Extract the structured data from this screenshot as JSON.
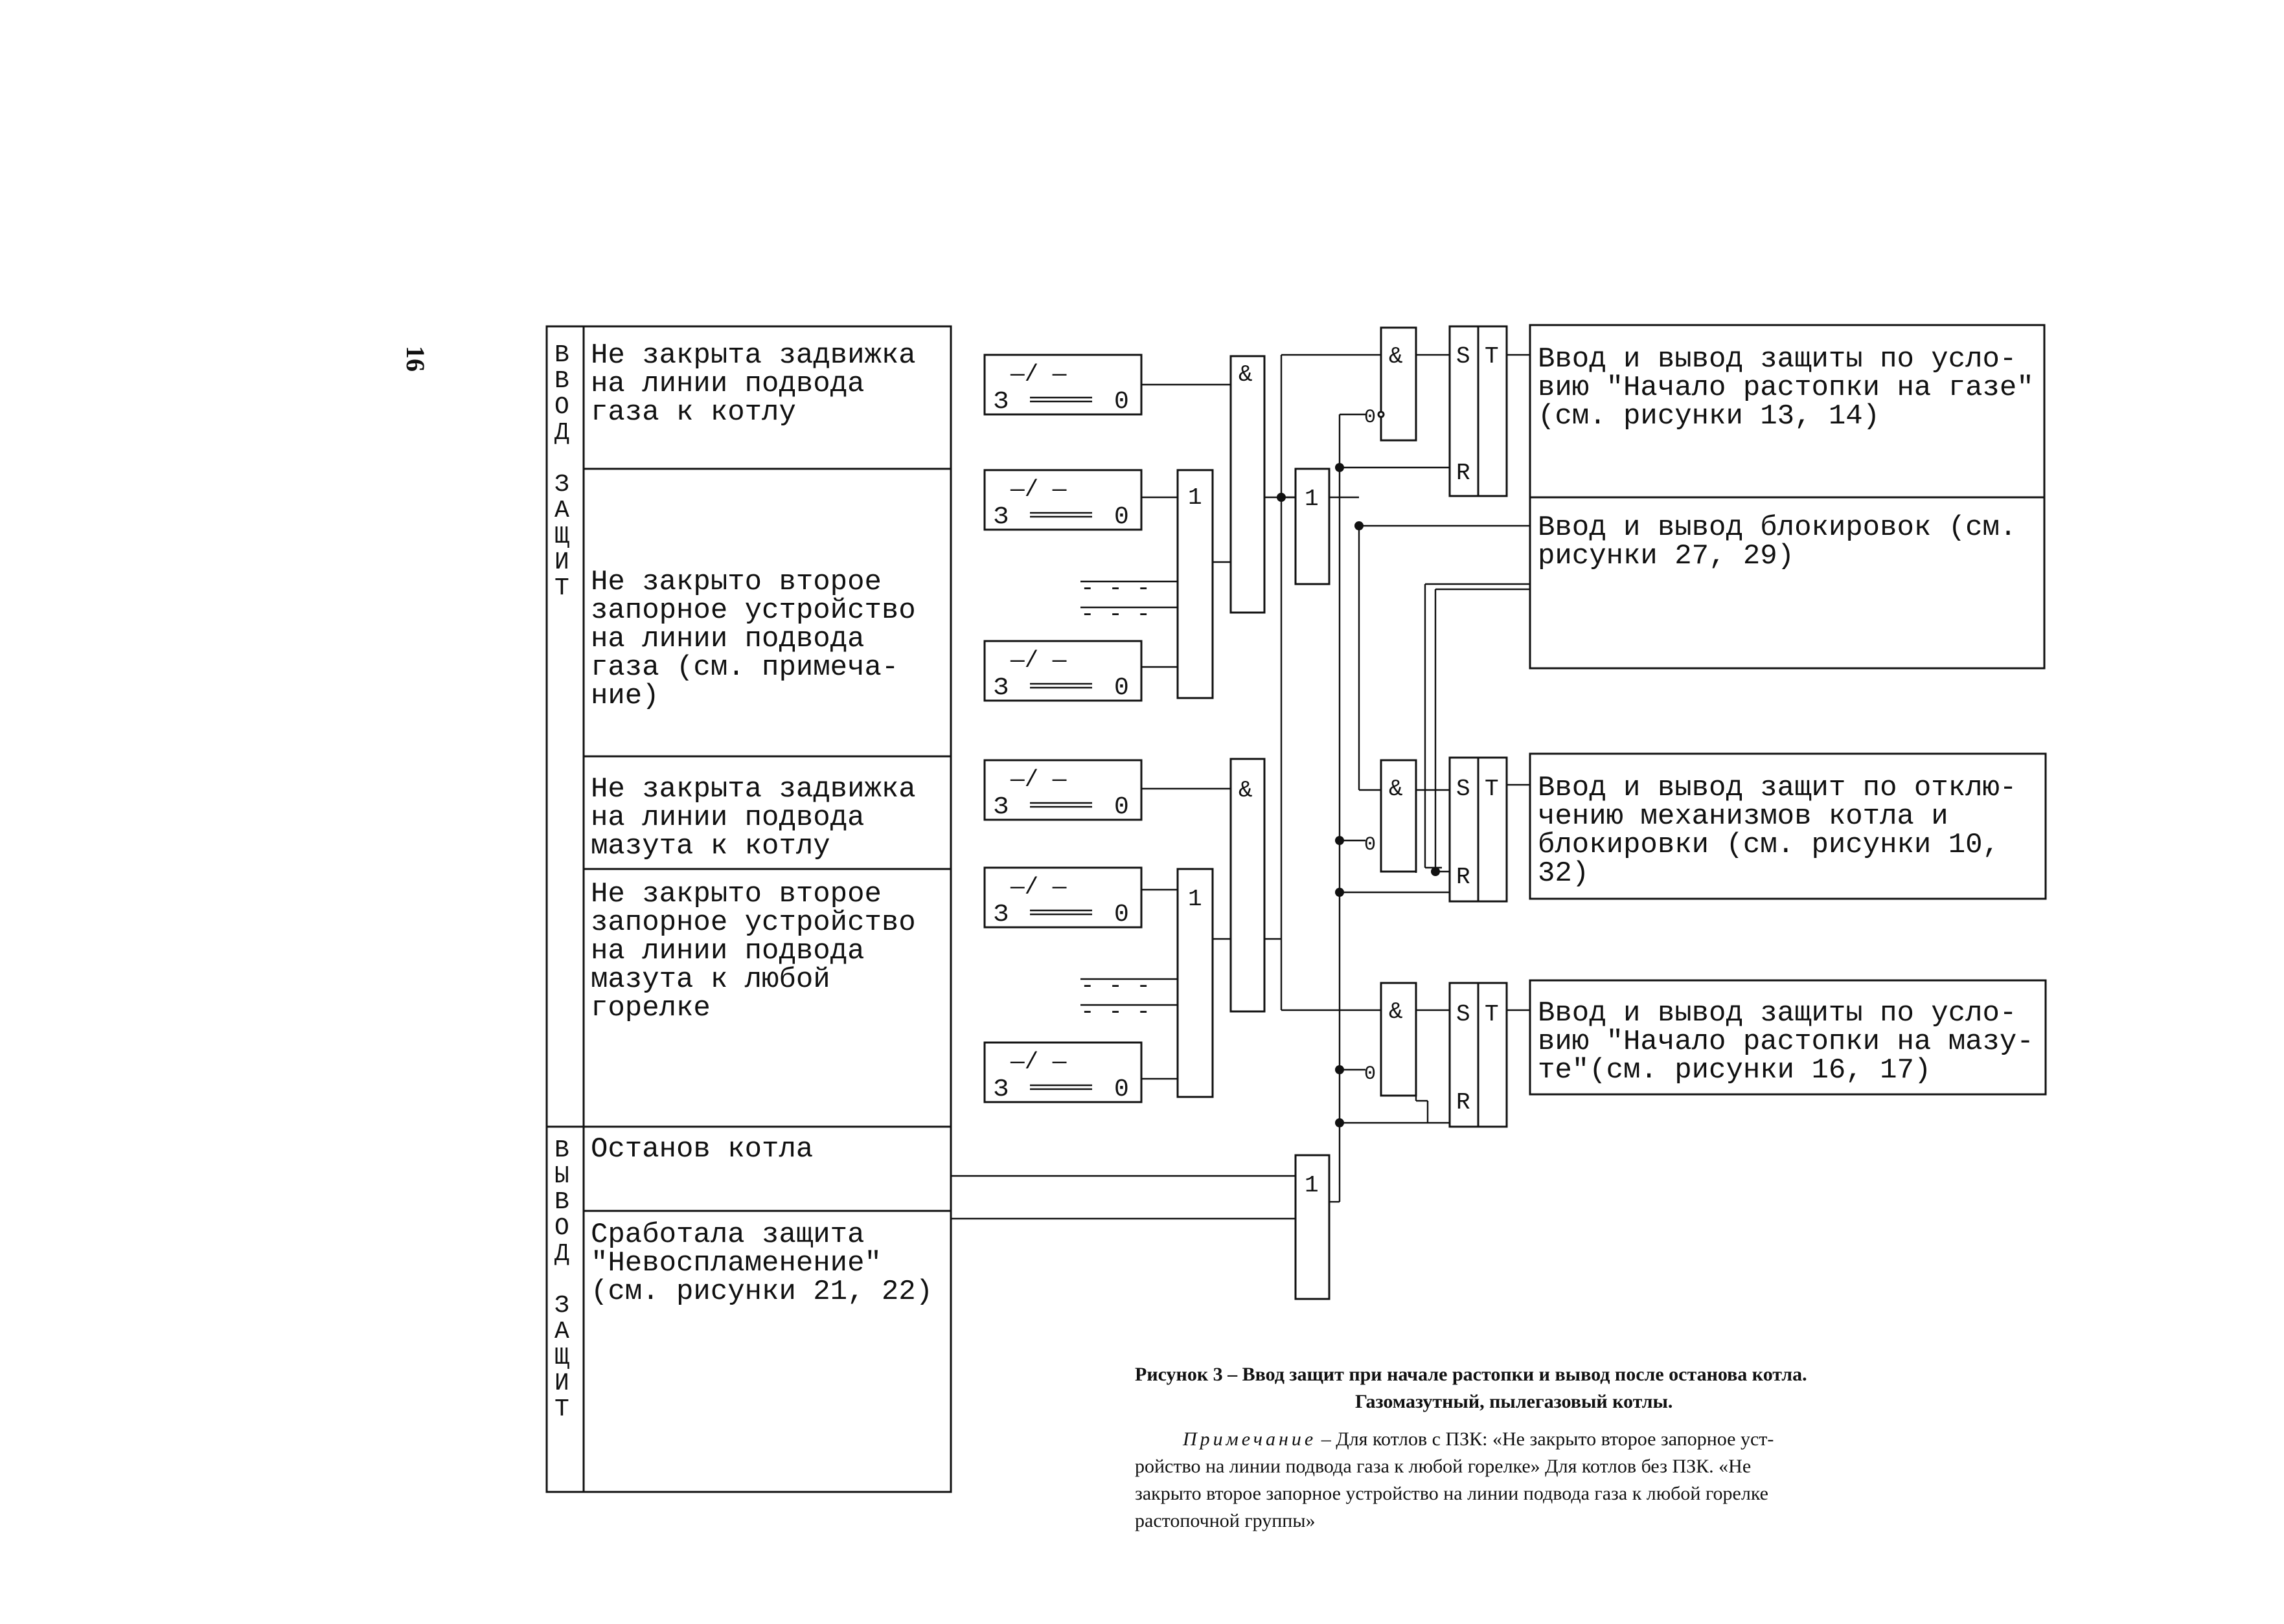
{
  "page_number": "16",
  "left_table": {
    "vvod_label": [
      "В",
      "В",
      "О",
      "Д",
      "",
      "З",
      "А",
      "Щ",
      "И",
      "Т"
    ],
    "vyvod_label": [
      "В",
      "Ы",
      "В",
      "О",
      "Д",
      "",
      "З",
      "А",
      "Щ",
      "И",
      "Т"
    ],
    "rows": [
      [
        "Не закрыта задвижка",
        "на линии подвода",
        "газа к котлу"
      ],
      [
        "Не закрыто второе",
        "запорное устройство",
        "на линии подвода",
        "газа (см. примеча-",
        "ние)"
      ],
      [
        "Не закрыта задвижка",
        "на линии подвода",
        "мазута к котлу"
      ],
      [
        "Не закрыто второе",
        "запорное устройство",
        "на линии подвода",
        "мазута к любой",
        "горелке"
      ],
      [
        "Останов котла"
      ],
      [
        "Сработала защита",
        "\"Невоспламенение\"",
        "(см. рисунки 21, 22)"
      ]
    ]
  },
  "switch_symbol": {
    "top": "—/ —",
    "left": "З",
    "right": "0"
  },
  "dashes": "- - -",
  "logic": {
    "and": "&",
    "or": "1",
    "not": "0",
    "set": "S",
    "reset": "R",
    "trigger": "T"
  },
  "right_boxes": [
    [
      "Ввод и вывод защиты по усло-",
      "вию \"Начало растопки на газе\"",
      "(см. рисунки 13, 14)"
    ],
    [
      "Ввод и вывод блокировок (см.",
      "рисунки 27, 29)"
    ],
    [
      "Ввод и вывод защит по отклю-",
      "чению механизмов котла и",
      "блокировки (см. рисунки 10,",
      "32)"
    ],
    [
      "Ввод и вывод защиты по усло-",
      "вию \"Начало растопки на мазу-",
      "те\"(см. рисунки 16, 17)"
    ]
  ],
  "caption": {
    "line1": "Рисунок 3 – Ввод защит при начале растопки и вывод после останова котла.",
    "line2": "Газомазутный, пылегазовый котлы.",
    "note_label": "Примечание",
    "note_lines": [
      " – Для котлов с ПЗК: «Не закрыто второе запорное уст-",
      "ройство на линии подвода газа к любой горелке» Для котлов без ПЗК. «Не",
      "закрыто второе запорное устройство на линии подвода газа к любой горелке",
      "растопочной группы»"
    ]
  }
}
